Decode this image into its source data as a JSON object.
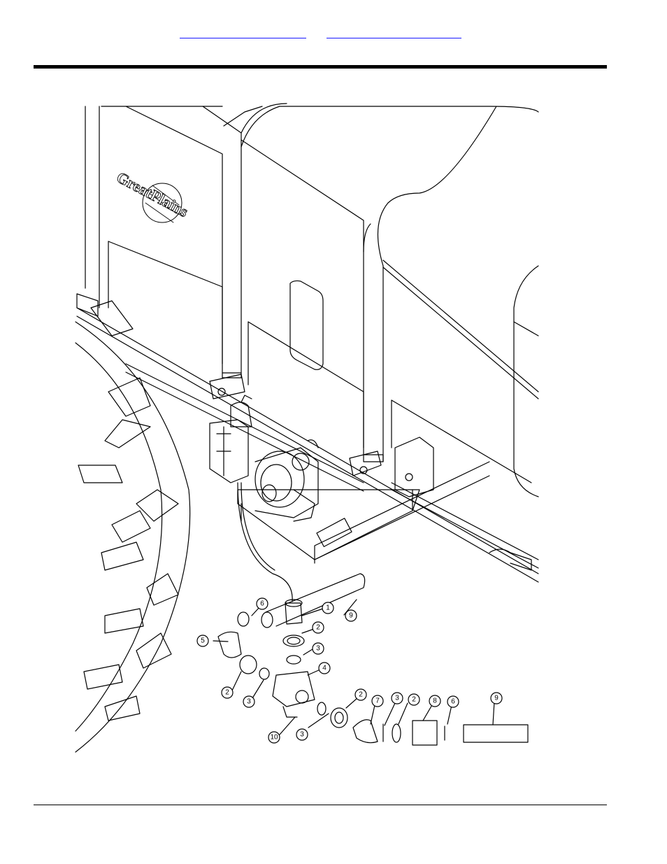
{
  "header": {
    "link_left": "",
    "link_right": ""
  },
  "figure": {
    "logo_text": "GreatPlains",
    "callouts": {
      "c1": "1",
      "c2a": "2",
      "c2b": "2",
      "c2c": "2",
      "c2d": "2",
      "c3a": "3",
      "c3b": "3",
      "c3c": "3",
      "c3d": "3",
      "c4": "4",
      "c5": "5",
      "c6a": "6",
      "c6b": "6",
      "c7": "7",
      "c8": "8",
      "c9a": "9",
      "c9b": "9",
      "c10": "10"
    }
  }
}
